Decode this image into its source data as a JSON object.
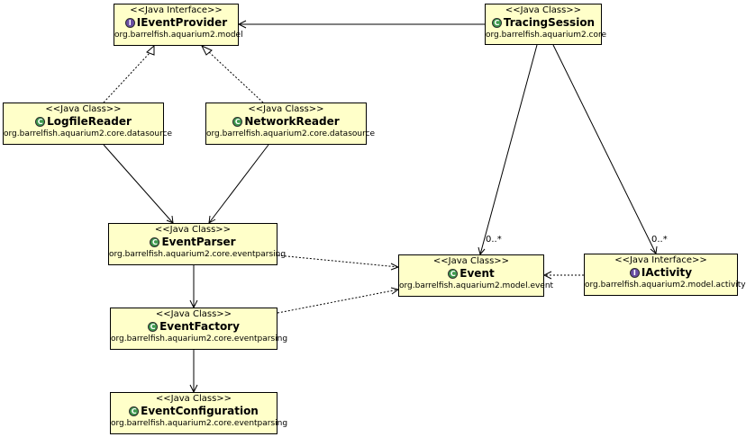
{
  "nodes": {
    "ieventprovider": {
      "stereotype": "<<Java Interface>>",
      "name": "IEventProvider",
      "package": "org.barrelfish.aquarium2.model",
      "icon": "interface-icon"
    },
    "tracingsession": {
      "stereotype": "<<Java Class>>",
      "name": "TracingSession",
      "package": "org.barrelfish.aquarium2.core",
      "icon": "class-icon"
    },
    "logfilereader": {
      "stereotype": "<<Java Class>>",
      "name": "LogfileReader",
      "package": "org.barrelfish.aquarium2.core.datasource",
      "icon": "class-icon"
    },
    "networkreader": {
      "stereotype": "<<Java Class>>",
      "name": "NetworkReader",
      "package": "org.barrelfish.aquarium2.core.datasource",
      "icon": "class-icon"
    },
    "eventparser": {
      "stereotype": "<<Java Class>>",
      "name": "EventParser",
      "package": "org.barrelfish.aquarium2.core.eventparsing",
      "icon": "class-icon"
    },
    "event": {
      "stereotype": "<<Java Class>>",
      "name": "Event",
      "package": "org.barrelfish.aquarium2.model.event",
      "icon": "class-icon"
    },
    "iactivity": {
      "stereotype": "<<Java Interface>>",
      "name": "IActivity",
      "package": "org.barrelfish.aquarium2.model.activity",
      "icon": "interface-icon"
    },
    "eventfactory": {
      "stereotype": "<<Java Class>>",
      "name": "EventFactory",
      "package": "org.barrelfish.aquarium2.core.eventparsing",
      "icon": "class-icon"
    },
    "eventconfiguration": {
      "stereotype": "<<Java Class>>",
      "name": "EventConfiguration",
      "package": "org.barrelfish.aquarium2.core.eventparsing",
      "icon": "class-icon"
    }
  },
  "badges": {
    "class": "C",
    "interface": "I"
  },
  "multiplicities": {
    "tracingsession_event": "0..*",
    "tracingsession_iactivity": "0..*"
  }
}
